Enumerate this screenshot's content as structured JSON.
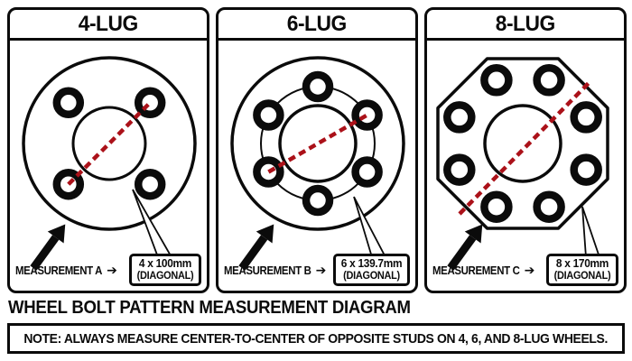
{
  "heading": "WHEEL BOLT PATTERN MEASUREMENT DIAGRAM",
  "note": "NOTE: ALWAYS MEASURE CENTER-TO-CENTER OF OPPOSITE STUDS ON 4, 6, AND 8-LUG WHEELS.",
  "panels": [
    {
      "title": "4-LUG",
      "lug_count": 4,
      "measurement_label": "MEASUREMENT A",
      "spec": "4 x 100mm",
      "spec_note": "(DIAGONAL)"
    },
    {
      "title": "6-LUG",
      "lug_count": 6,
      "measurement_label": "MEASUREMENT B",
      "spec": "6 x 139.7mm",
      "spec_note": "(DIAGONAL)"
    },
    {
      "title": "8-LUG",
      "lug_count": 8,
      "measurement_label": "MEASUREMENT C",
      "spec": "8 x 170mm",
      "spec_note": "(DIAGONAL)"
    }
  ],
  "icons": {
    "measurement_arrow": "➔"
  },
  "colors": {
    "line": "#0b0b0b",
    "measure_dash": "#ab1119",
    "background": "#ffffff"
  }
}
